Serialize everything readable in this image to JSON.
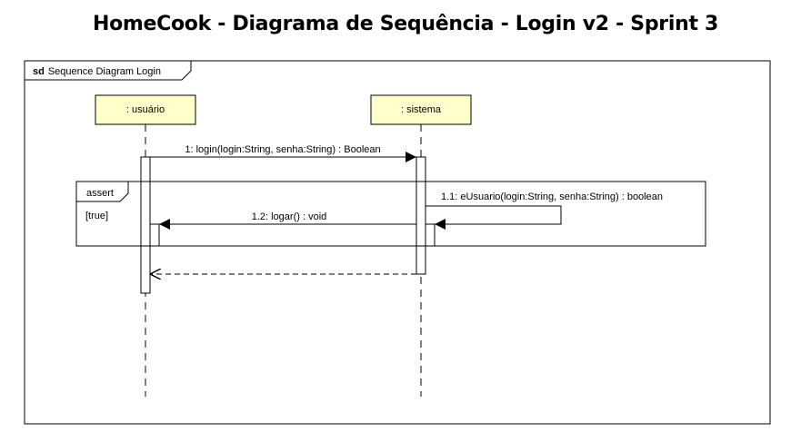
{
  "title": "HomeCook - Diagrama de Sequência - Login v2 - Sprint 3",
  "frame": {
    "keyword": "sd",
    "name": "Sequence Diagram Login"
  },
  "lifelines": [
    {
      "label": ": usuário"
    },
    {
      "label": ": sistema"
    }
  ],
  "messages": [
    {
      "label": "1: login(login:String, senha:String) : Boolean"
    },
    {
      "label": "1.1: eUsuario(login:String, senha:String) : boolean"
    },
    {
      "label": "1.2: logar() : void"
    }
  ],
  "fragment": {
    "operator": "assert",
    "guard": "[true]"
  },
  "colors": {
    "lifeline_head": "#FFFFCC",
    "line": "#000000",
    "background": "#FFFFFF"
  }
}
